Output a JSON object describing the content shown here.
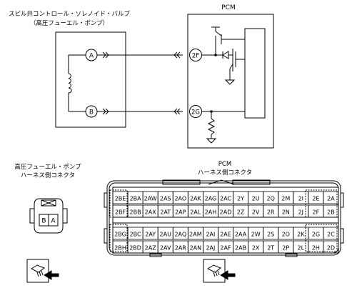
{
  "solenoid": {
    "title_line1": "スピル弁コントロール・ソレノイド・バルブ",
    "title_line2": "（高圧フューエル・ポンプ）",
    "pin_a": "A",
    "pin_b": "B"
  },
  "pcm": {
    "title": "PCM",
    "pin_2f": "2F",
    "pin_2g": "2G"
  },
  "pump_connector": {
    "label_line1": "高圧フューエル・ポンプ",
    "label_line2": "ハーネス側コネクタ",
    "pins": [
      "B",
      "A"
    ]
  },
  "pcm_connector": {
    "label_line1": "PCM",
    "label_line2": "ハーネス側コネクタ",
    "rows": [
      [
        "2BE",
        "2BA",
        "2AW",
        "2AS",
        "2AO",
        "2AK",
        "2AG",
        "2AC",
        "2Y",
        "2U",
        "2Q",
        "2M",
        "2I",
        "2E",
        "2A"
      ],
      [
        "2BF",
        "2BB",
        "2AX",
        "2AT",
        "2AP",
        "2AL",
        "2AH",
        "2AD",
        "2Z",
        "2V",
        "2R",
        "2N",
        "2J",
        "2F",
        "2B"
      ],
      [
        "2BG",
        "2BC",
        "2AY",
        "2AU",
        "2AQ",
        "2AM",
        "2AI",
        "2AE",
        "2AA",
        "2W",
        "2S",
        "2O",
        "2K",
        "2G",
        "2C"
      ],
      [
        "2BH",
        "2BD",
        "2AZ",
        "2AV",
        "2AR",
        "2AN",
        "2AJ",
        "2AF",
        "2AB",
        "2X",
        "2T",
        "2P",
        "2L",
        "2H",
        "2D"
      ]
    ]
  },
  "colors": {
    "line": "#000000",
    "background": "#ffffff"
  },
  "icons": [
    "coil-icon",
    "resistor-icon",
    "ground-icon",
    "transistor-icon",
    "diode-icon",
    "connector-view-icon"
  ]
}
